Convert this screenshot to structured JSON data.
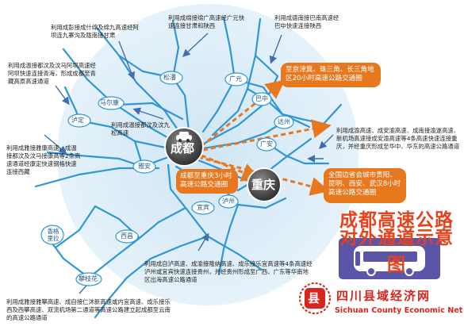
{
  "title": {
    "line1": "成都高速公路",
    "line2": "对外通道示意图"
  },
  "logo": {
    "cn": "四川县域经济网",
    "en": "Sichuan County Economic Net",
    "seal": "县",
    "colors": {
      "red": "#d8251d",
      "bus_bg": "#5a55a7"
    }
  },
  "hubs": {
    "chengdu": "成都",
    "chongqing": "重庆"
  },
  "cities": {
    "songpan": "松潘",
    "maerkang": "马尔康",
    "luding": "泸定",
    "guangyuan": "广元",
    "bazhong": "巴中",
    "dazhou": "达州",
    "guangan": "广安",
    "yaan": "雅安",
    "yibin": "宜宾",
    "luzhou": "泸州",
    "xichang": "西昌",
    "panzhihua": "攀枝花",
    "xianggelila": "香格里拉"
  },
  "orange_labels": {
    "north_east": "至京津冀、珠三角、长三角地区20小时高速公路交通圈",
    "chongqing_3h": "成都至重庆3小时高速公路交通圈",
    "provincial_8h": "全国边省会城市贵阳、昆明、西安、武汉8小时高速公路交通圈"
  },
  "notes": {
    "top_left": "利用成彭接成什绵及绵九高速经阿坝连九寨沟及陇南接甘肃",
    "top_center": "利用成绵接绵广高速经广元快速连接甘肃和陕西",
    "top_right": "利用成德南接巴南高速经巴中快速连接陕西",
    "left_upper": "利用成温接都汶及汶马阿坝高速经阿坝快速连接青海，形成成都至青藏高原高速通道",
    "left_center": "利用成温接都汶及汶九松高速",
    "left_lower": "利用成雅接雅康高速、成温接都汶及汶马接康高等2条高速通道经康定快速钢格快速连接西藏",
    "right": "利用成渝高速、成安渝高速、成南接渝遂高速、新机场高速接成安渝高速等4条高速快速连接重庆，并经重庆形成至华中、华东的高速公路通道",
    "bottom_center": "利用成自泸高速、成渝接隆纳高速、成乐接乐宜高速等4条高速经泸州或宜宾快速连接贵州，并经贵州形成至广西、广东等华南地区出海高速公路通道",
    "bottom_left": "利用成雅接雅攀高速、成自接仁沐新高速或内宜高速、成乐接乐西及西攀高速、双流机场第二通道等高速公路建立起成都至云南的高速公路通道"
  }
}
